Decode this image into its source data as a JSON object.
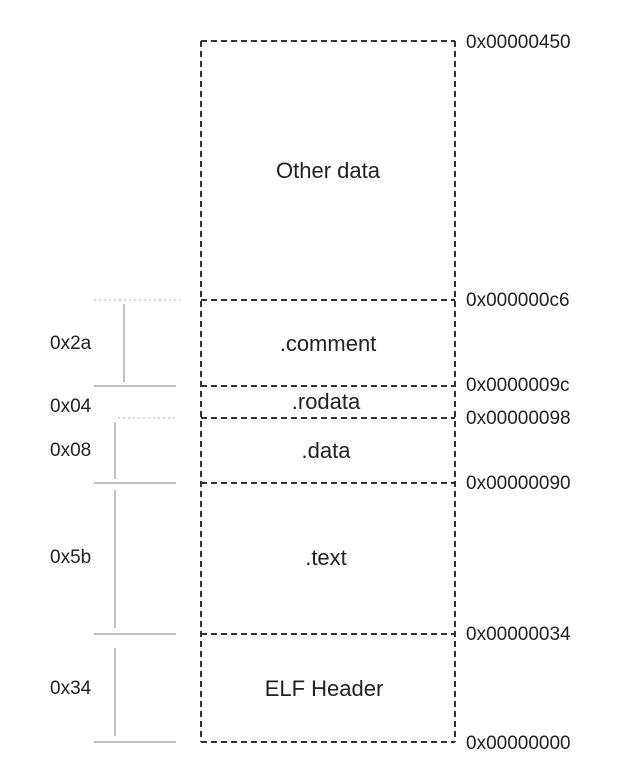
{
  "diagram": {
    "sections": [
      {
        "id": "other",
        "name": "Other data"
      },
      {
        "id": "comment",
        "name": ".comment"
      },
      {
        "id": "rodata",
        "name": ".rodata"
      },
      {
        "id": "data",
        "name": ".data"
      },
      {
        "id": "text",
        "name": ".text"
      },
      {
        "id": "elf",
        "name": "ELF Header"
      }
    ],
    "addresses": [
      {
        "id": "a450",
        "value": "0x00000450"
      },
      {
        "id": "ac6",
        "value": "0x000000c6"
      },
      {
        "id": "a9c",
        "value": "0x0000009c"
      },
      {
        "id": "a98",
        "value": "0x00000098"
      },
      {
        "id": "a90",
        "value": "0x00000090"
      },
      {
        "id": "a34",
        "value": "0x00000034"
      },
      {
        "id": "a00",
        "value": "0x00000000"
      }
    ],
    "sizes": [
      {
        "id": "s2a",
        "value": "0x2a"
      },
      {
        "id": "s04",
        "value": "0x04"
      },
      {
        "id": "s08",
        "value": "0x08"
      },
      {
        "id": "s5b",
        "value": "0x5b"
      },
      {
        "id": "s34",
        "value": "0x34"
      }
    ]
  }
}
